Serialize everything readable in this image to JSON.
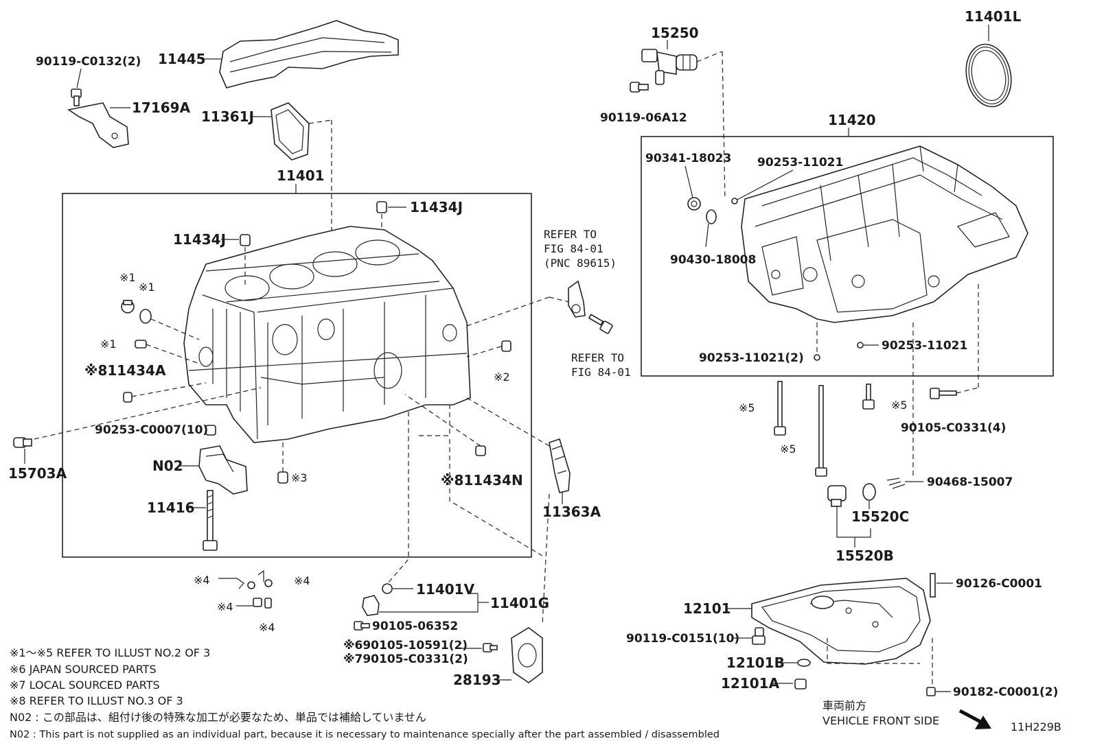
{
  "diagram": {
    "parts": {
      "p_11401L": "11401L",
      "p_15250": "15250",
      "p_90119_06A12": "90119-06A12",
      "p_11420": "11420",
      "p_90341_18023": "90341-18023",
      "p_90253_11021_top": "90253-11021",
      "p_90430_18008": "90430-18008",
      "p_90253_11021_2": "90253-11021(2)",
      "p_90253_11021_right": "90253-11021",
      "p_90119_C0132": "90119-C0132(2)",
      "p_11445": "11445",
      "p_17169A": "17169A",
      "p_11361J": "11361J",
      "p_11401": "11401",
      "p_11434J_top": "11434J",
      "p_11434J_left": "11434J",
      "p_ref1_a": "※1",
      "p_ref1_b": "※1",
      "p_ref1_c": "※1",
      "p_11434A": "※811434A",
      "p_ref2": "※2",
      "p_90253_C0007": "90253-C0007(10)",
      "p_15703A": "15703A",
      "p_N02": "N02",
      "p_ref3": "※3",
      "p_11434N": "※811434N",
      "p_11416": "11416",
      "p_11363A": "11363A",
      "p_ref5_a": "※5",
      "p_ref5_b": "※5",
      "p_ref5_c": "※5",
      "p_90105_C0331_4": "90105-C0331(4)",
      "p_90468_15007": "90468-15007",
      "p_15520C": "15520C",
      "p_15520B": "15520B",
      "p_ref4_a": "※4",
      "p_ref4_b": "※4",
      "p_ref4_c": "※4",
      "p_ref4_d": "※4",
      "p_11401V": "11401V",
      "p_11401G": "11401G",
      "p_90105_06352": "90105-06352",
      "p_90105_10591": "※690105-10591(2)",
      "p_90105_C0331_2": "※790105-C0331(2)",
      "p_28193": "28193",
      "p_90126_C0001": "90126-C0001",
      "p_12101": "12101",
      "p_90119_C0151": "90119-C0151(10)",
      "p_12101B": "12101B",
      "p_12101A": "12101A",
      "p_90182_C0001": "90182-C0001(2)"
    },
    "refer": {
      "refer_to_1": "REFER TO",
      "fig_1": "FIG 84-01",
      "pnc": "(PNC 89615)",
      "refer_to_2": "REFER TO",
      "fig_2": "FIG 84-01"
    },
    "notes": {
      "n1": "※1～※5 REFER TO ILLUST NO.2 OF 3",
      "n2": "※6 JAPAN SOURCED PARTS",
      "n3": "※7 LOCAL SOURCED PARTS",
      "n4": "※8 REFER TO ILLUST NO.3 OF 3",
      "n5": "N02 : この部品は、組付け後の特殊な加工が必要なため、単品では補給していません",
      "n6": "N02 : This part is not supplied as an individual part, because it is necessary to maintenance specially after the part assembled / disassembled"
    },
    "front": {
      "jp": "車両前方",
      "en": "VEHICLE FRONT SIDE"
    },
    "illustration_code": "11H229B"
  }
}
